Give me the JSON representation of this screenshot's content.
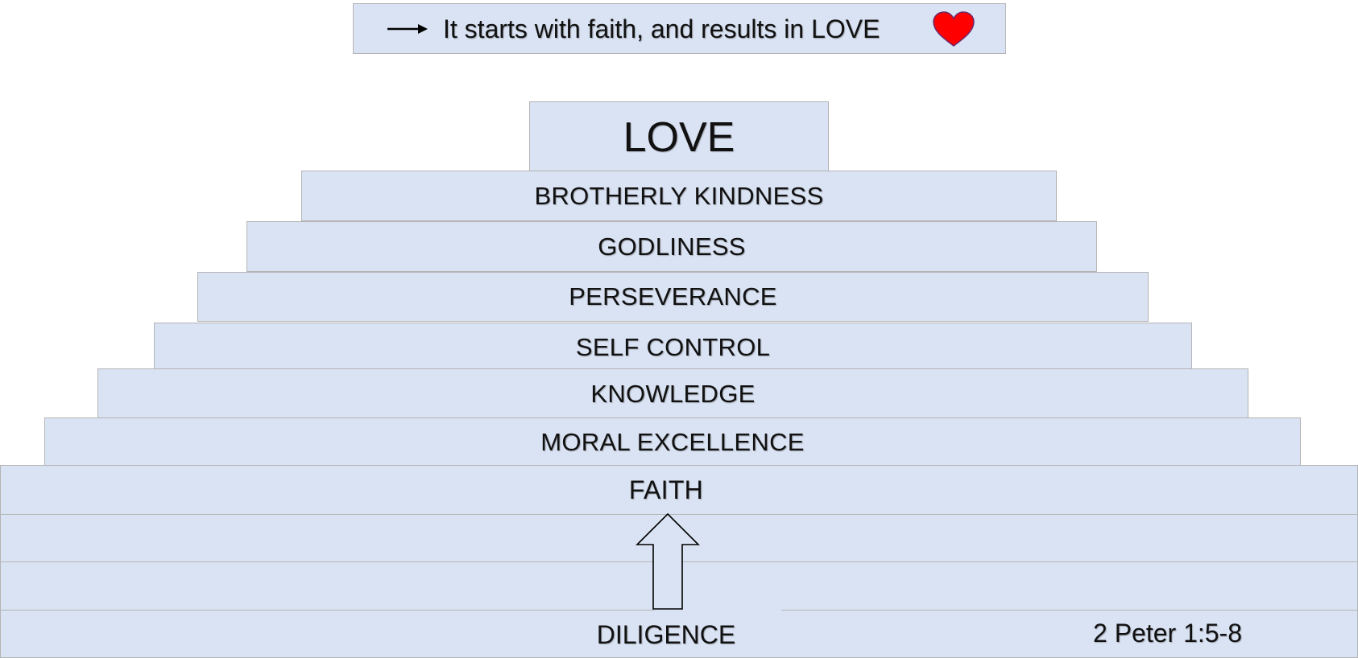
{
  "banner": {
    "text": "It  starts with faith, and results in LOVE",
    "arrow_icon": "right-arrow-icon",
    "heart_icon": "heart-icon",
    "heart_color": "#ff0000"
  },
  "pyramid": {
    "fill_color": "#dae3f3",
    "border_color": "#b4b4b4",
    "top": "LOVE",
    "steps": [
      "BROTHERLY KINDNESS",
      "GODLINESS",
      "PERSEVERANCE",
      "SELF CONTROL",
      "KNOWLEDGE",
      "MORAL EXCELLENCE",
      "FAITH"
    ],
    "base": "DILIGENCE",
    "up_arrow_icon": "up-arrow-icon"
  },
  "reference": "2 Peter 1:5-8"
}
